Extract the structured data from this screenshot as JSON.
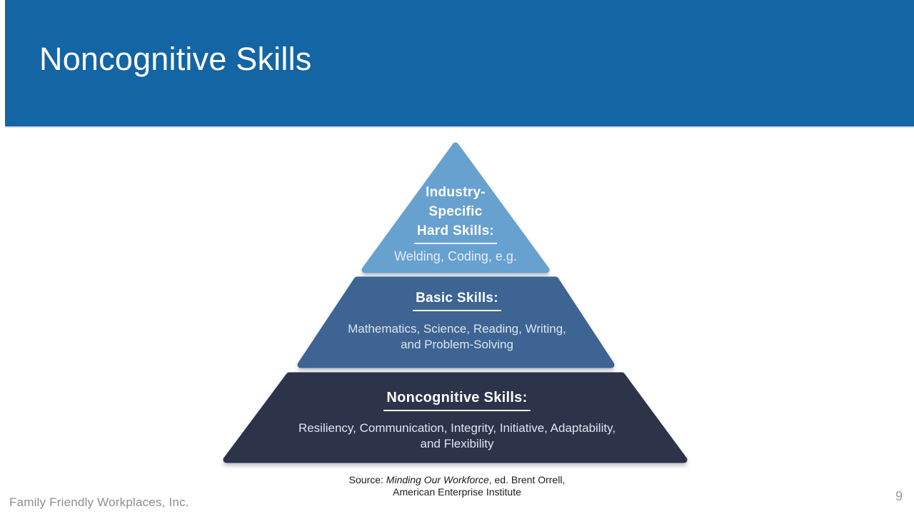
{
  "slide": {
    "title": "Noncognitive Skills",
    "footer_left": "Family Friendly Workplaces, Inc.",
    "page_number": "9",
    "source": {
      "prefix": "Source: ",
      "italic_title": "Minding Our Workforce",
      "suffix": ", ed. Brent Orrell,",
      "line2": "American Enterprise Institute"
    }
  },
  "pyramid": {
    "tiers": [
      {
        "name": "industry-specific-hard-skills",
        "label_lines": [
          "Industry-",
          "Specific"
        ],
        "label_underlined": "Hard Skills:",
        "body_lines": [
          "Welding, Coding, e.g."
        ],
        "color": "#67A1D0"
      },
      {
        "name": "basic-skills",
        "label_underlined": "Basic Skills:",
        "body_lines": [
          "Mathematics, Science, Reading, Writing,",
          "and Problem-Solving"
        ],
        "color": "#3D6492"
      },
      {
        "name": "noncognitive-skills",
        "label_underlined": "Noncognitive Skills:",
        "body_lines": [
          "Resiliency, Communication, Integrity, Initiative, Adaptability,",
          "and Flexibility"
        ],
        "color": "#2D3349"
      }
    ]
  },
  "colors": {
    "header_blue": "#1365A4",
    "tier_top_blue": "#67A1D0",
    "tier_mid_blue": "#3D6492",
    "tier_bottom_navy": "#2D3349",
    "footer_gray": "#8E8E8E"
  }
}
